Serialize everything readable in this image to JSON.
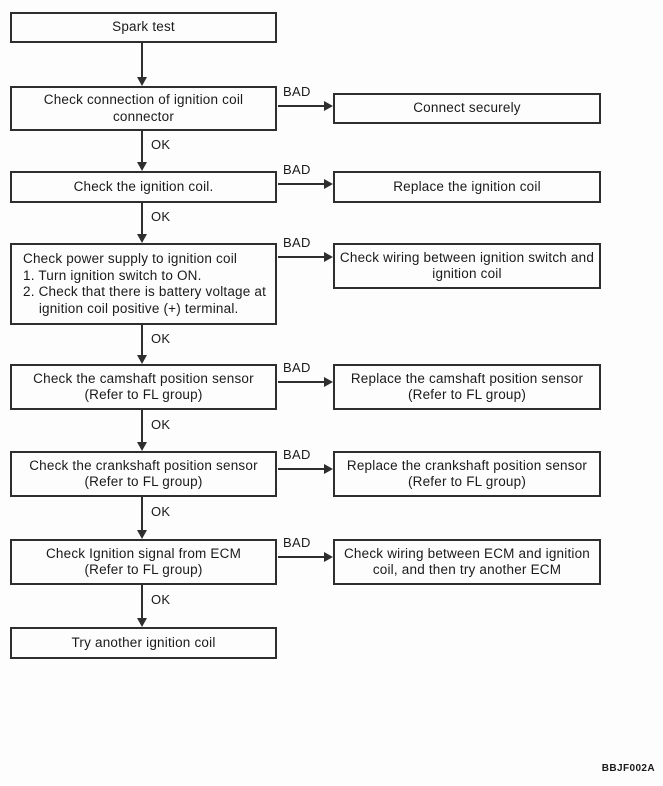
{
  "diagram": {
    "start": "Spark test",
    "final": "Try another ignition coil",
    "ok_label": "OK",
    "bad_label": "BAD",
    "figure_code": "BBJF002A",
    "line_color": "#2e2e2e",
    "steps": [
      {
        "check": "Check connection of ignition coil\nconnector",
        "remedy": "Connect securely"
      },
      {
        "check": "Check the ignition coil.",
        "remedy": "Replace the ignition coil"
      },
      {
        "check": "Check power supply to ignition coil\n1. Turn ignition switch to ON.\n2. Check that there is battery voltage at\n    ignition coil positive (+) terminal.",
        "remedy": "Check wiring between ignition switch and\nignition coil"
      },
      {
        "check": "Check the camshaft position sensor\n(Refer to FL group)",
        "remedy": "Replace the camshaft position sensor\n(Refer to FL group)"
      },
      {
        "check": "Check the crankshaft position sensor\n(Refer to FL group)",
        "remedy": "Replace the crankshaft position sensor\n(Refer to FL group)"
      },
      {
        "check": "Check Ignition signal from ECM\n(Refer to FL group)",
        "remedy": "Check wiring between ECM and ignition\ncoil, and then try another ECM"
      }
    ]
  }
}
